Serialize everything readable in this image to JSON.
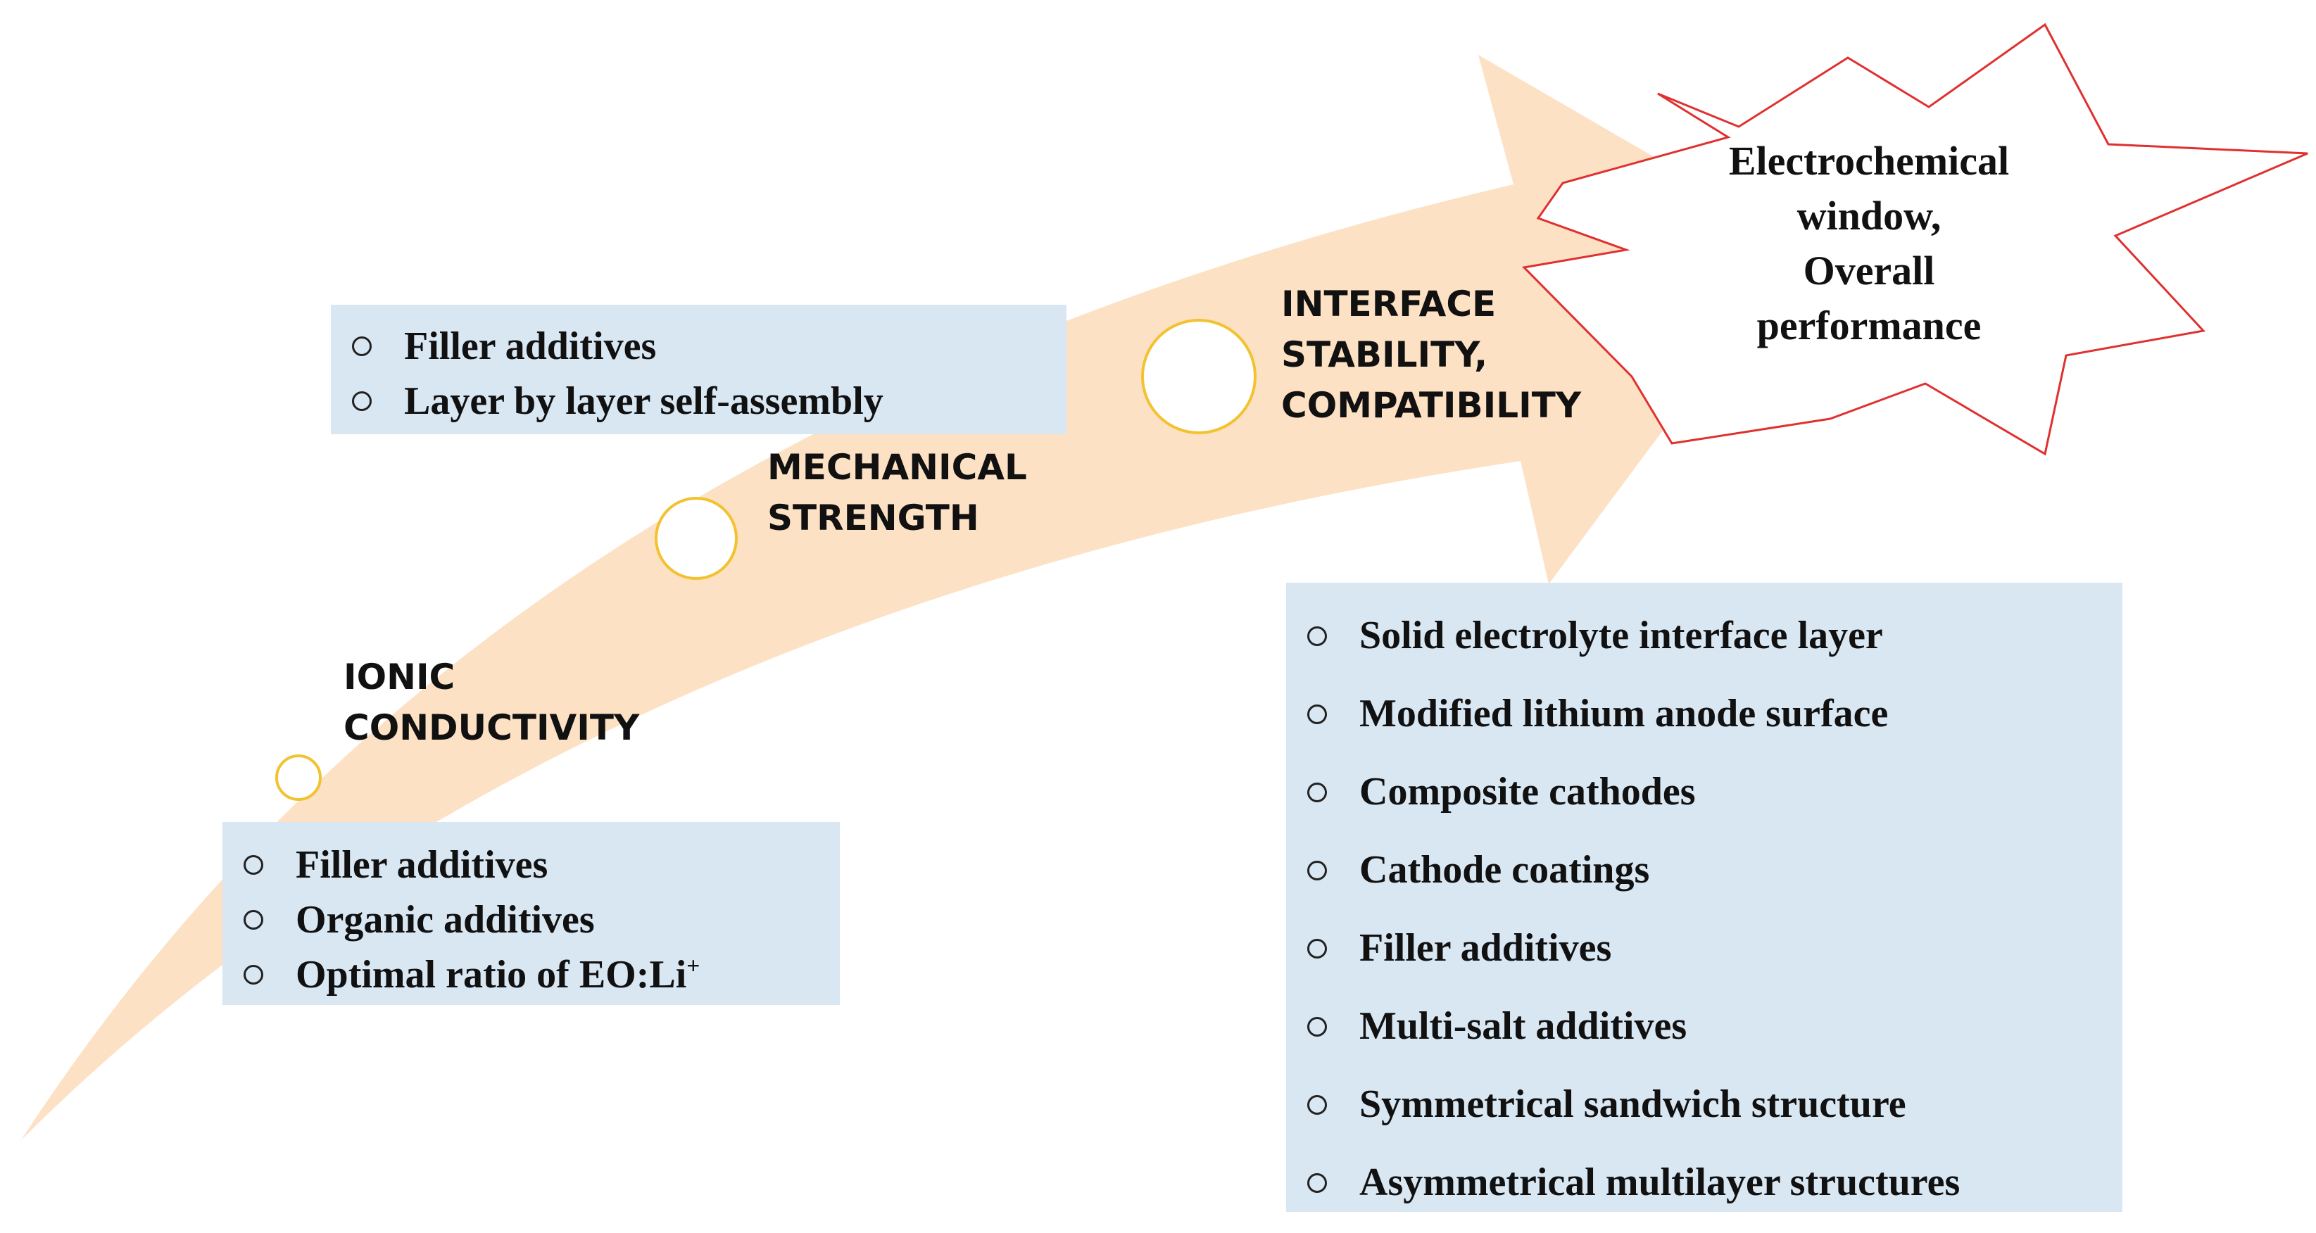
{
  "stages": [
    {
      "id": "ionic",
      "label_lines": [
        "IONIC",
        "CONDUCTIVITY"
      ]
    },
    {
      "id": "mechanical",
      "label_lines": [
        "MECHANICAL",
        "STRENGTH"
      ]
    },
    {
      "id": "interface",
      "label_lines": [
        "INTERFACE",
        "STABILITY,",
        "COMPATIBILITY"
      ]
    }
  ],
  "goal": {
    "lines": [
      "Electrochemical",
      "window,",
      "Overall",
      "performance"
    ]
  },
  "boxes": {
    "ionic": {
      "items": [
        "Filler additives",
        "Organic additives",
        "Optimal ratio of EO:Li"
      ],
      "last_item_superscript": "+"
    },
    "mechanical": {
      "items": [
        "Filler additives",
        "Layer by layer self-assembly"
      ]
    },
    "interface": {
      "items": [
        "Solid electrolyte interface layer",
        "Modified lithium anode surface",
        "Composite cathodes",
        "Cathode coatings",
        "Filler additives",
        "Multi-salt additives",
        "Symmetrical sandwich structure",
        "Asymmetrical multilayer structures"
      ]
    }
  },
  "colors": {
    "arrow": "#fde1c4",
    "box": "#d9e7f3",
    "circle_stroke": "#f2c230",
    "burst_stroke": "#e03030"
  }
}
